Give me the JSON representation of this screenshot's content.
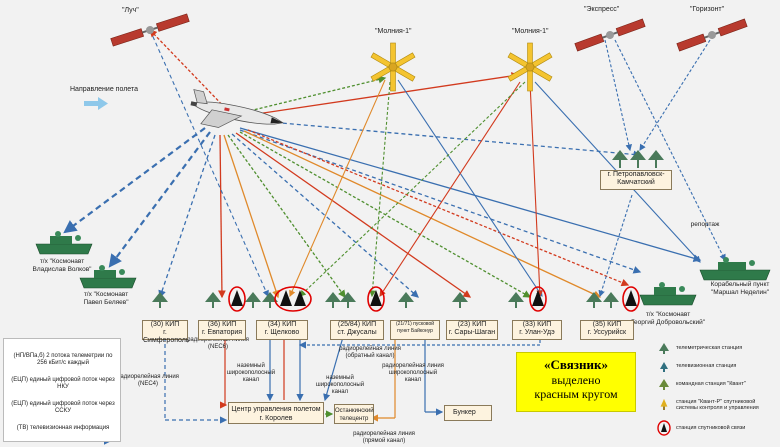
{
  "satellites": {
    "luch": "\"Луч\"",
    "molniya_1": "\"Молния-1\"",
    "molniya_2": "\"Молния-1\"",
    "ekspress": "\"Экспресс\"",
    "gorizont": "\"Горизонт\""
  },
  "direction_label": "Направление полета",
  "ships": {
    "volkov": [
      "т/х \"Космонавт",
      "Владислав Волков\""
    ],
    "belyaev": [
      "т/х \"Космонавт",
      "Павел Беляев\""
    ],
    "dobrovolsky": [
      "т/х \"Космонавт",
      "Георгий Добровольский\""
    ],
    "nedelin": [
      "Корабельный пункт",
      "\"Маршал Неделин\""
    ]
  },
  "petropavlovsk": [
    "г. Петропавловск-",
    "Камчатский"
  ],
  "reportazh": "репортаж",
  "stations": [
    {
      "line1": "(30) КИП",
      "line2": "г. Симферополь"
    },
    {
      "line1": "(36) КИП",
      "line2": "г. Евпатория"
    },
    {
      "line1": "(34) КИП",
      "line2": "г. Щелково"
    },
    {
      "line1": "(25/84) КИП",
      "line2": "ст. Джусалы"
    },
    {
      "line1": "(21/71) пусковой",
      "line2": "пункт Байконур"
    },
    {
      "line1": "(23) КИП",
      "line2": "г. Сары-Шаган"
    },
    {
      "line1": "(33) КИП",
      "line2": "г. Улан-Удэ"
    },
    {
      "line1": "(35) КИП",
      "line2": "г. Уссурийск"
    }
  ],
  "link_labels": {
    "nes6": [
      "радиорелейная линия",
      "(NEC6)"
    ],
    "nes4": [
      "радиорелейная линия",
      "(NEC4)"
    ],
    "ground_wide1": [
      "наземный",
      "широкополосный",
      "канал"
    ],
    "ground_wide2": [
      "наземный",
      "широкополосный",
      "канал"
    ],
    "relay_back": [
      "радиорелейная линия",
      "(обратный канал)"
    ],
    "relay_wide": [
      "радиорелейная линия",
      "широкополосный",
      "канал"
    ],
    "relay_direct": [
      "радиорелейная линия",
      "(прямой канал)"
    ]
  },
  "mcc": [
    "Центр управления полетом",
    "г. Королев"
  ],
  "ostankino": [
    "Останкинский",
    "телецентр"
  ],
  "bunker": "Бункер",
  "legend": [
    {
      "text": "(НП/ВПа,б) 2 потока телеметрии по 256 кБит/с каждый",
      "color": "#3a6fb0",
      "style": "dashed"
    },
    {
      "text": "(ЕЦП) единый цифровой поток через НКУ",
      "color": "#2d7a2d",
      "style": "dashed"
    },
    {
      "text": "(ЕЦП) единый цифровой поток через ССКУ",
      "color": "#d23a1e",
      "style": "solid"
    },
    {
      "text": "(ТВ) телевизионная информация",
      "color": "#2a5fa8",
      "style": "solid"
    }
  ],
  "yellow_note": {
    "title": "«Связник»",
    "line2": "выделено",
    "line3": "красным кругом"
  },
  "right_legend": [
    {
      "text": "телеметрическая станция",
      "icon": "telemetry-station-icon"
    },
    {
      "text": "телевизионная станция",
      "icon": "tv-station-icon"
    },
    {
      "text": "командная станция \"Квант\"",
      "icon": "command-station-icon"
    },
    {
      "text": "станция \"Квант-Р\" спутниковой системы контроля и управления",
      "icon": "kvant-r-station-icon"
    },
    {
      "text": "станция спутниковой связи",
      "icon": "satellite-comm-station-icon"
    }
  ],
  "colors": {
    "blue": "#3a6fb0",
    "green": "#4f8f2f",
    "red": "#d23a1e",
    "orange": "#e0892a",
    "lightblue": "#7fb0d8",
    "circle": "#e00000",
    "sat_panel": "#b83a2e",
    "molniya": "#f4c430"
  }
}
